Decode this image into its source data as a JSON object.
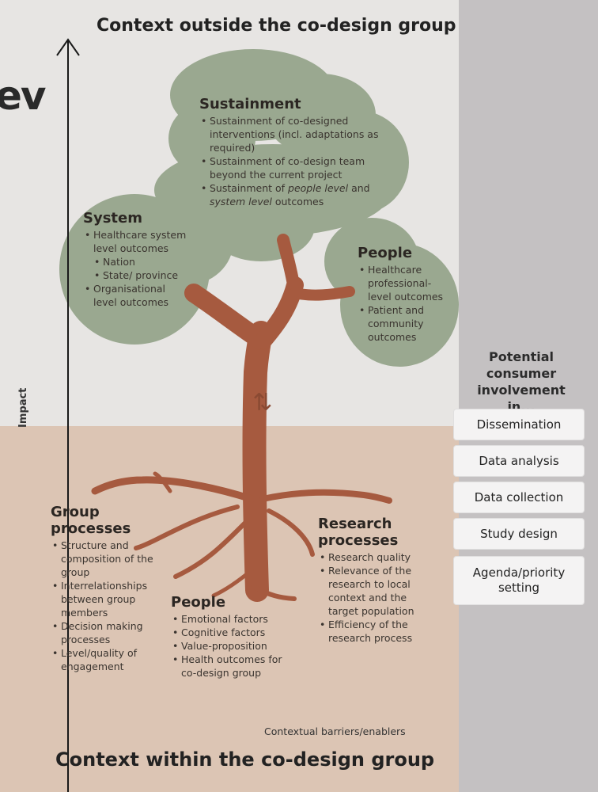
{
  "partial_title": "ev",
  "top_heading": "Context outside the co-design group",
  "bottom_heading": "Context within the co-design group",
  "axis_label": "Impact",
  "arrows_glyph": "⇅",
  "sustainment": {
    "title": "Sustainment",
    "items": [
      {
        "parts": [
          "Sustainment of co-designed interventions (incl. adaptations as required)"
        ]
      },
      {
        "parts": [
          "Sustainment of co-design team beyond the current project"
        ]
      },
      {
        "parts": [
          "Sustainment of ",
          "people level",
          " and ",
          "system level",
          " outcomes"
        ]
      }
    ]
  },
  "system": {
    "title": "System",
    "items": [
      "Healthcare system level outcomes",
      "Nation",
      "State/ province",
      "Organisational level outcomes"
    ]
  },
  "people_upper": {
    "title": "People",
    "items": [
      "Healthcare professional-level outcomes",
      "Patient and community outcomes"
    ]
  },
  "group_processes": {
    "title": "Group processes",
    "items": [
      "Structure and composition of the group",
      "Interrelationships between group members",
      "Decision making processes",
      "Level/quality of engagement"
    ]
  },
  "people_lower": {
    "title": "People",
    "items": [
      "Emotional factors",
      "Cognitive factors",
      "Value-proposition",
      "Health outcomes for co-design group"
    ]
  },
  "research_processes": {
    "title": "Research processes",
    "items": [
      "Research quality",
      "Relevance of the research to local context and the target population",
      "Efficiency of the research process"
    ]
  },
  "footnote": "Contextual barriers/enablers",
  "potential_heading": "Potential consumer involvement in...",
  "stages": [
    "Dissemination",
    "Data analysis",
    "Data collection",
    "Study design",
    "Agenda/priority setting"
  ],
  "colors": {
    "canopy": "#9aa890",
    "trunk": "#a65a3f",
    "upper_background": "#e7e5e3",
    "lower_background": "#dcc5b4",
    "side_panel": "#c4c1c2",
    "stage_box": "#f4f3f3"
  }
}
